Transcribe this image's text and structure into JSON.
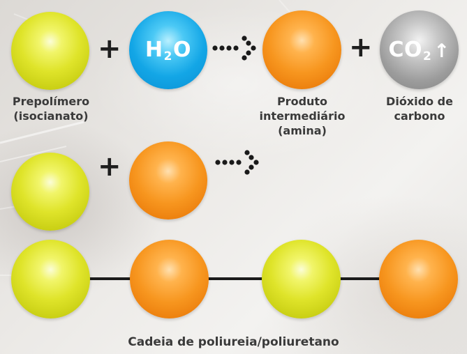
{
  "reaction1": {
    "water_formula": {
      "main": "H",
      "sub": "2",
      "tail": "O"
    },
    "co2_formula": {
      "main": "CO",
      "sub": "2",
      "arrow": "↑"
    },
    "plus": "+",
    "labels": {
      "prepolymer": [
        "Prepolímero",
        "(isocianato)"
      ],
      "intermediate": [
        "Produto",
        "intermediário",
        "(amina)"
      ],
      "co2": [
        "Dióxido de",
        "carbono"
      ]
    }
  },
  "reaction2": {
    "plus": "+"
  },
  "chain": {
    "caption": "Cadeia de poliureia/poliuretano"
  },
  "colors": {
    "prepolymer": "#dfe42a",
    "water": "#13a6e6",
    "intermediate": "#f7961f",
    "co2": "#9c9c9c",
    "text": "#3a3a3a"
  }
}
